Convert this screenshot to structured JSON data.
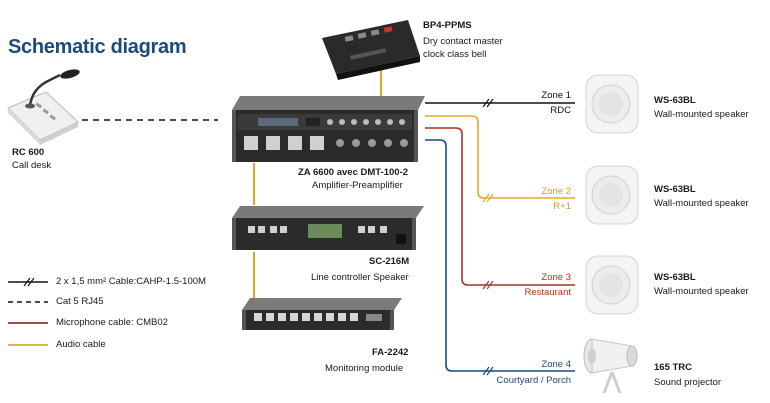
{
  "title": "Schematic diagram",
  "devices": {
    "bp4": {
      "model": "BP4-PPMS",
      "desc1": "Dry contact master",
      "desc2": "clock class bell"
    },
    "rc600": {
      "model": "RC 600",
      "desc": "Call desk"
    },
    "za6600": {
      "model": "ZA 6600 avec DMT-100-2",
      "desc": "Amplifier-Preamplifier"
    },
    "sc216m": {
      "model": "SC-216M",
      "desc": "Line controller Speaker"
    },
    "fa2242": {
      "model": "FA-2242",
      "desc": "Monitoring module"
    }
  },
  "zones": [
    {
      "name": "Zone 1",
      "place": "RDC",
      "color": "#111111",
      "speaker_model": "WS-63BL",
      "speaker_desc": "Wall-mounted speaker"
    },
    {
      "name": "Zone 2",
      "place": "R+1",
      "color": "#e0a82a",
      "speaker_model": "WS-63BL",
      "speaker_desc": "Wall-mounted speaker"
    },
    {
      "name": "Zone 3",
      "place": "Restaurant",
      "color": "#a83424",
      "speaker_model": "WS-63BL",
      "speaker_desc": "Wall-mounted speaker"
    },
    {
      "name": "Zone 4",
      "place": "Courtyard / Porch",
      "color": "#1d4a7a",
      "speaker_model": "165 TRC",
      "speaker_desc": "Sound projector"
    }
  ],
  "legend": [
    {
      "label": "2 x 1,5 mm² Cable:CAHP-1.5-100M",
      "style": "slash",
      "color": "#111111"
    },
    {
      "label": "Cat 5 RJ45",
      "style": "dashed",
      "color": "#111111"
    },
    {
      "label": "Microphone cable: CMB02",
      "style": "solid",
      "color": "#8a3a2a"
    },
    {
      "label": "Audio cable",
      "style": "solid",
      "color": "#e0a82a"
    }
  ],
  "colors": {
    "title": "#1d4a7a",
    "audio": "#e0a82a",
    "speaker_line": "#111111"
  }
}
